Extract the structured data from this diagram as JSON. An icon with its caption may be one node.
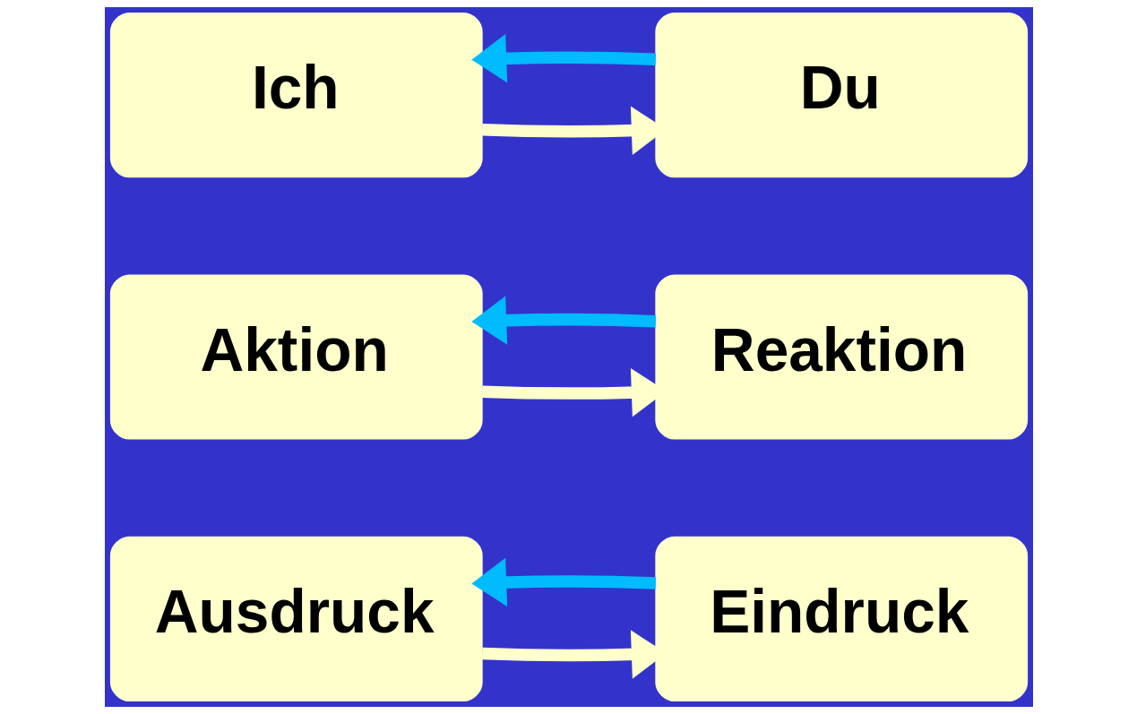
{
  "diagram": {
    "nodes": [
      {
        "text": [
          "Ich"
        ]
      },
      {
        "text": [
          "Du"
        ]
      },
      {
        "text": [
          "Aktion"
        ]
      },
      {
        "text": [
          "Reaktion"
        ]
      },
      {
        "text": [
          "Ausdruck"
        ]
      },
      {
        "text": [
          "Eindruck"
        ]
      }
    ],
    "edges": [
      {
        "from": 0,
        "to": 1,
        "arrow": "to",
        "color": "#ffffcc"
      },
      {
        "from": 1,
        "to": 0,
        "arrow": "to",
        "color": "#00bbff"
      },
      {
        "from": 2,
        "to": 3,
        "arrow": "to",
        "color": "#ffffcc"
      },
      {
        "from": 3,
        "to": 2,
        "arrow": "to",
        "color": "#00bbff"
      },
      {
        "from": 4,
        "to": 5,
        "arrow": "to",
        "color": "#ffffcc"
      },
      {
        "from": 5,
        "to": 4,
        "arrow": "to",
        "color": "#00bbff"
      }
    ]
  }
}
